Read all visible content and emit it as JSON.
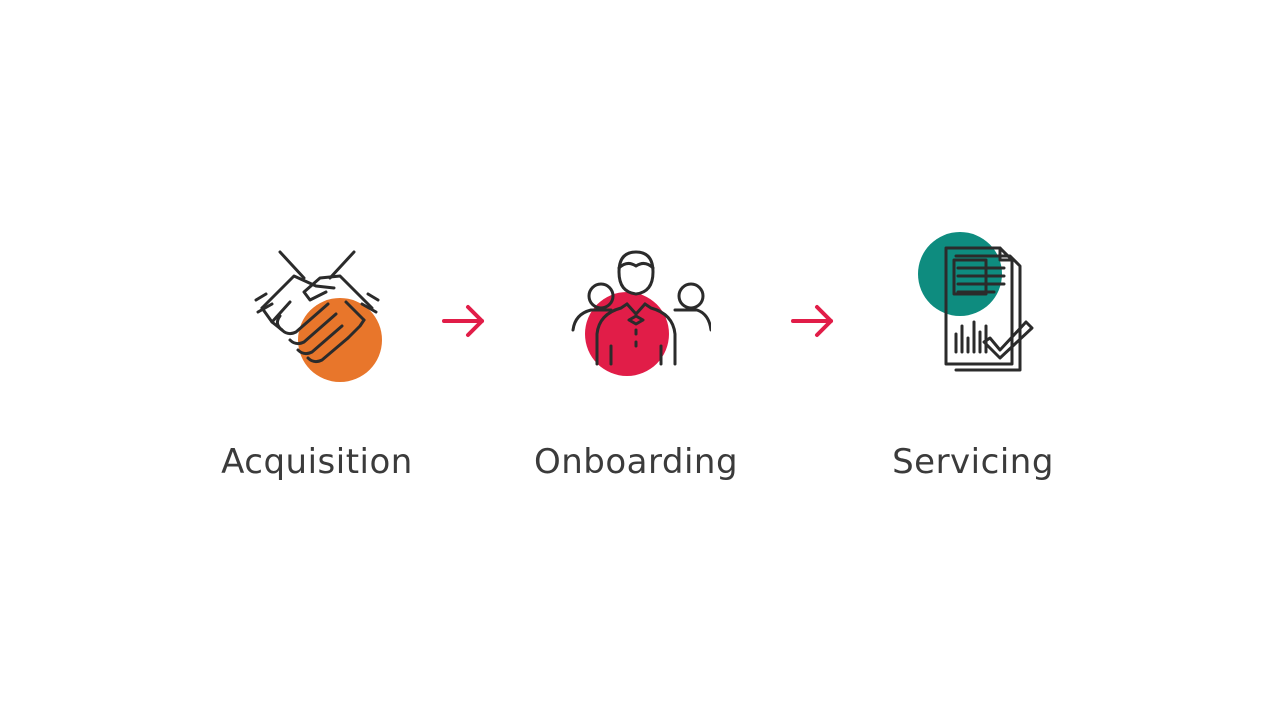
{
  "steps": [
    {
      "label": "Acquisition",
      "icon": "handshake-icon",
      "accent": "#E8762B"
    },
    {
      "label": "Onboarding",
      "icon": "people-group-icon",
      "accent": "#E11D48"
    },
    {
      "label": "Servicing",
      "icon": "report-document-icon",
      "accent": "#0E8C7F"
    }
  ],
  "arrows": [
    {
      "icon": "arrow-right-icon",
      "color": "#E11D48"
    },
    {
      "icon": "arrow-right-icon",
      "color": "#E11D48"
    }
  ],
  "colors": {
    "line_art": "#2b2b2b",
    "label_text": "#3b3b3b",
    "background": "#ffffff"
  }
}
